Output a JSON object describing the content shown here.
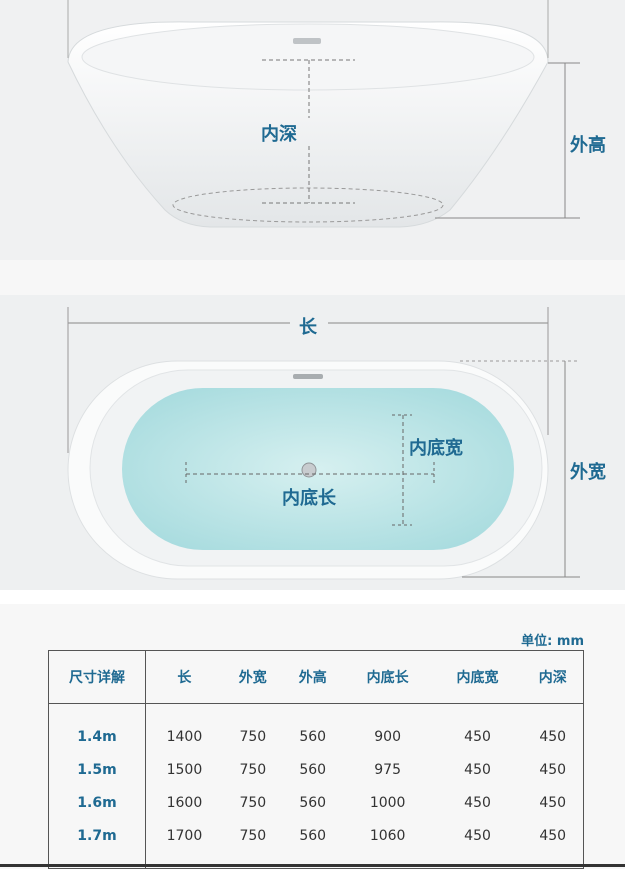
{
  "labels": {
    "inner_depth": "内深",
    "outer_height": "外高",
    "length": "长",
    "outer_width": "外宽",
    "inner_bottom_width": "内底宽",
    "inner_bottom_length": "内底长"
  },
  "spec": {
    "unit": "单位: mm",
    "headers": [
      "尺寸详解",
      "长",
      "外宽",
      "外高",
      "内底长",
      "内底宽",
      "内深"
    ],
    "rows": [
      [
        "1.4m",
        "1400",
        "750",
        "560",
        "900",
        "450",
        "450"
      ],
      [
        "1.5m",
        "1500",
        "750",
        "560",
        "975",
        "450",
        "450"
      ],
      [
        "1.6m",
        "1600",
        "750",
        "560",
        "1000",
        "450",
        "450"
      ],
      [
        "1.7m",
        "1700",
        "750",
        "560",
        "1060",
        "450",
        "450"
      ]
    ]
  },
  "colors": {
    "accent": "#1f6a92",
    "water": "#bfe6e8"
  }
}
